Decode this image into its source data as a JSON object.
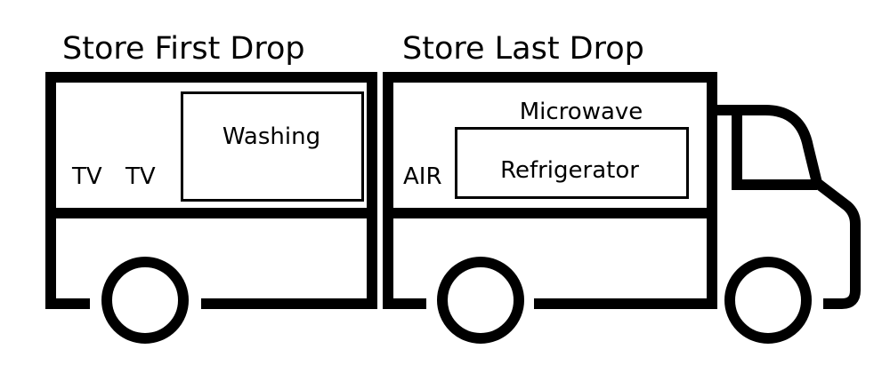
{
  "diagram": {
    "type": "truck-loading-diagram",
    "colors": {
      "stroke": "#000000",
      "background": "#ffffff"
    },
    "compartments": [
      {
        "title": "Store First Drop",
        "items": [
          {
            "label": "TV",
            "boxed": false
          },
          {
            "label": "TV",
            "boxed": false
          },
          {
            "label": "Washing",
            "boxed": true
          }
        ]
      },
      {
        "title": "Store Last Drop",
        "items": [
          {
            "label": "AIR",
            "boxed": false
          },
          {
            "label": "Microwave",
            "boxed": false
          },
          {
            "label": "Refrigerator",
            "boxed": true
          }
        ]
      }
    ],
    "icons": [
      "truck-icon",
      "wheel-icon",
      "cab-icon"
    ]
  }
}
